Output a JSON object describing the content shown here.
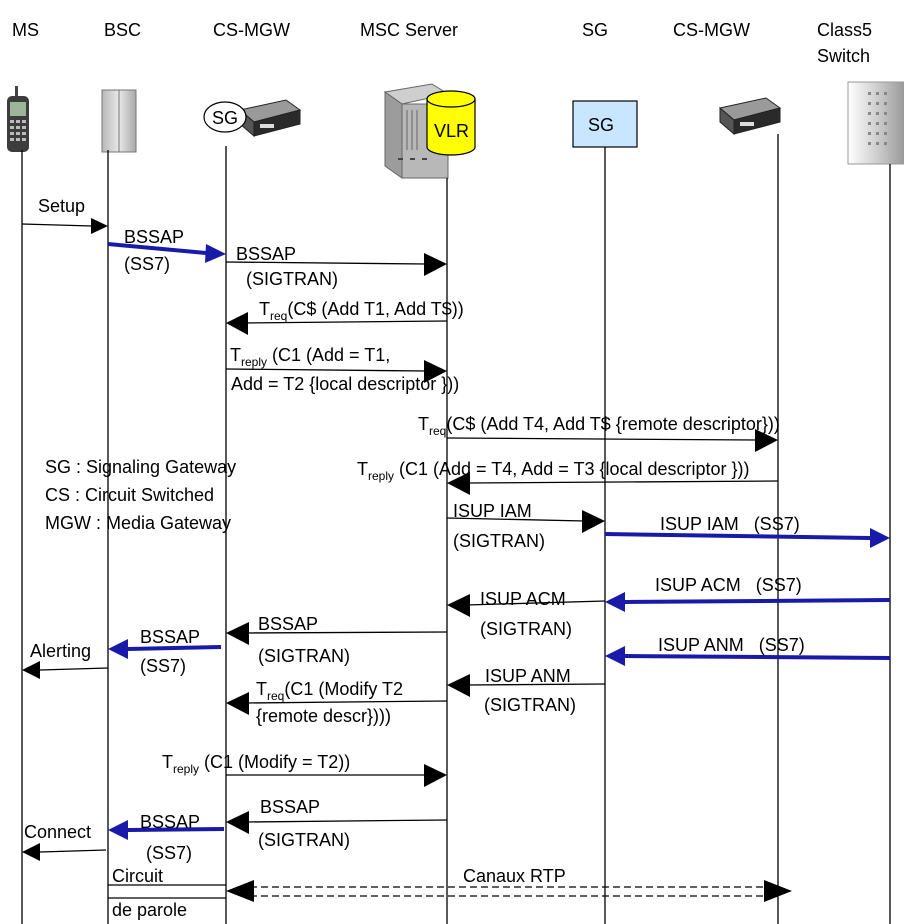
{
  "entities": [
    {
      "id": "ms",
      "label": "MS"
    },
    {
      "id": "bsc",
      "label": "BSC"
    },
    {
      "id": "csmgw1",
      "label": "CS-MGW"
    },
    {
      "id": "msc",
      "label": "MSC Server"
    },
    {
      "id": "sg",
      "label": "SG"
    },
    {
      "id": "csmgw2",
      "label": "CS-MGW"
    },
    {
      "id": "class5",
      "label": "Class5",
      "label2": "Switch"
    }
  ],
  "badges": {
    "sg_on_mgw": "SG",
    "vlr": "VLR",
    "sg_box": "SG"
  },
  "legend": {
    "line1": "SG : Signaling Gateway",
    "line2": "CS : Circuit Switched",
    "line3": "MGW : Media Gateway"
  },
  "messages": {
    "setup": "Setup",
    "bssap1": "BSSAP",
    "ss7_1": "(SS7)",
    "bssap2": "BSSAP",
    "sigtran2": "(SIGTRAN)",
    "treq1": {
      "t": "T",
      "sub": "req",
      "rest": "(C$ (Add T1, Add T$))"
    },
    "treply1": {
      "t": "T",
      "sub": "reply",
      "rest": " (C1 (Add = T1,",
      "line2": "Add = T2 {local descriptor }))"
    },
    "treq2": {
      "t": "T",
      "sub": "req",
      "rest": "(C$ (Add T4, Add T$ {remote descriptor}))"
    },
    "treply2": {
      "t": "T",
      "sub": "reply",
      "rest": " (C1 (Add = T4, Add = T3 {local descriptor }))"
    },
    "iam1": "ISUP IAM",
    "iam1_sub": "(SIGTRAN)",
    "iam2": "ISUP IAM   (SS7)",
    "acm2": "ISUP ACM   (SS7)",
    "acm1": "ISUP ACM",
    "acm1_sub": "(SIGTRAN)",
    "bssap3": "BSSAP",
    "sigtran3": "(SIGTRAN)",
    "alerting": "Alerting",
    "bssap4": "BSSAP",
    "ss7_4": "(SS7)",
    "anm2": "ISUP ANM   (SS7)",
    "anm1": "ISUP ANM",
    "anm1_sub": "(SIGTRAN)",
    "treq3": {
      "t": "T",
      "sub": "req",
      "rest": "(C1 (Modify T2",
      "line2": "{remote descr})))"
    },
    "treply3": {
      "t": "T",
      "sub": "reply",
      "rest": " (C1 (Modify = T2))"
    },
    "bssap5": "BSSAP",
    "sigtran5": "(SIGTRAN)",
    "connect": "Connect",
    "bssap6": "BSSAP",
    "ss7_6": "(SS7)",
    "circuit1": "Circuit",
    "circuit2": "de parole",
    "rtp": "Canaux RTP"
  },
  "colors": {
    "signal": "#1a1aa8",
    "line": "#000000",
    "vlr": "#ffff00",
    "sgbox": "#c8e6ff"
  }
}
